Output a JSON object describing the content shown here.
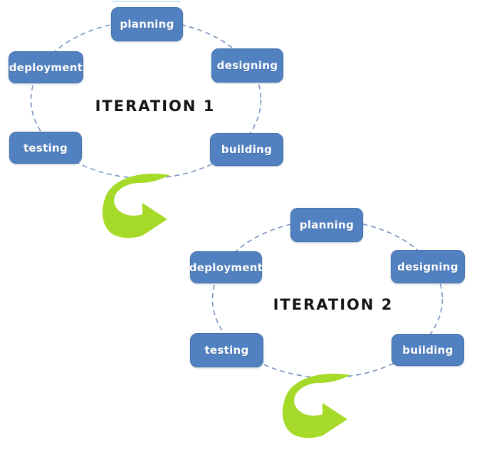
{
  "colors": {
    "background": "#ffffff",
    "box_fill": "#5181c0",
    "box_border": "#4372ad",
    "box_text": "#ffffff",
    "circle_stroke": "#7793bd",
    "heading_text": "#141414",
    "arrow_fill": "#a6da28",
    "top_line": "#c9e6f4"
  },
  "icons": {
    "next_iteration_arrow": "curved-u-turn-arrow-pointing-right"
  },
  "iterations": [
    {
      "label": "ITERATION 1",
      "phases": {
        "planning": "planning",
        "designing": "designing",
        "building": "building",
        "testing": "testing",
        "deployment": "deployment"
      }
    },
    {
      "label": "ITERATION 2",
      "phases": {
        "planning": "planning",
        "designing": "designing",
        "building": "building",
        "testing": "testing",
        "deployment": "deployment"
      }
    }
  ]
}
